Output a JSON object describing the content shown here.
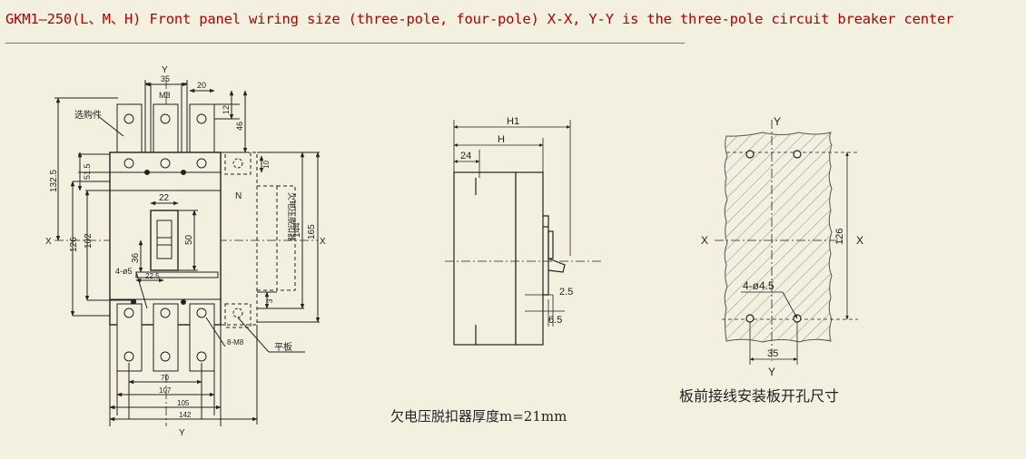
{
  "page": {
    "title": "GKM1—250(L、M、H) Front panel wiring size (three-pole, four-pole) X-X, Y-Y is the three-pole circuit breaker center",
    "colors": {
      "title": "#b00000",
      "background": "#f3f0e0",
      "line": "#222222",
      "hatch": "#9a9a9a"
    }
  },
  "front_view": {
    "axis_x": "X",
    "axis_y": "Y",
    "optional_part_label": "选购件",
    "neutral_label": "N",
    "undervoltage_label": "欠电压脱扣器",
    "rear_terminal_label": "平板",
    "screw_top": "M8",
    "screw_bottom": "8-M8",
    "holes_label": "4-ø5",
    "dims": {
      "pitch": "35",
      "terminal_width": "20",
      "d12": "12",
      "d46": "46",
      "d1": "10",
      "d132_5": "132.5",
      "d51_5": "51.5",
      "d126": "126",
      "d102": "102",
      "handle_width": "22",
      "handle_height": "50",
      "d36": "36",
      "d22_5": "22.5",
      "d144": "144",
      "d165": "165",
      "d3": "3",
      "w70": "70",
      "w107": "107",
      "w105": "105",
      "w142": "142"
    }
  },
  "side_view": {
    "h1": "H1",
    "h": "H",
    "d24": "24",
    "d2_5": "2.5",
    "d6_5": "6.5",
    "caption": "欠电压脱扣器厚度m=21mm"
  },
  "panel_view": {
    "axis_x": "X",
    "axis_y": "Y",
    "holes": "4-ø4.5",
    "spacing_horizontal": "35",
    "spacing_vertical": "126",
    "caption": "板前接线安装板开孔尺寸"
  }
}
